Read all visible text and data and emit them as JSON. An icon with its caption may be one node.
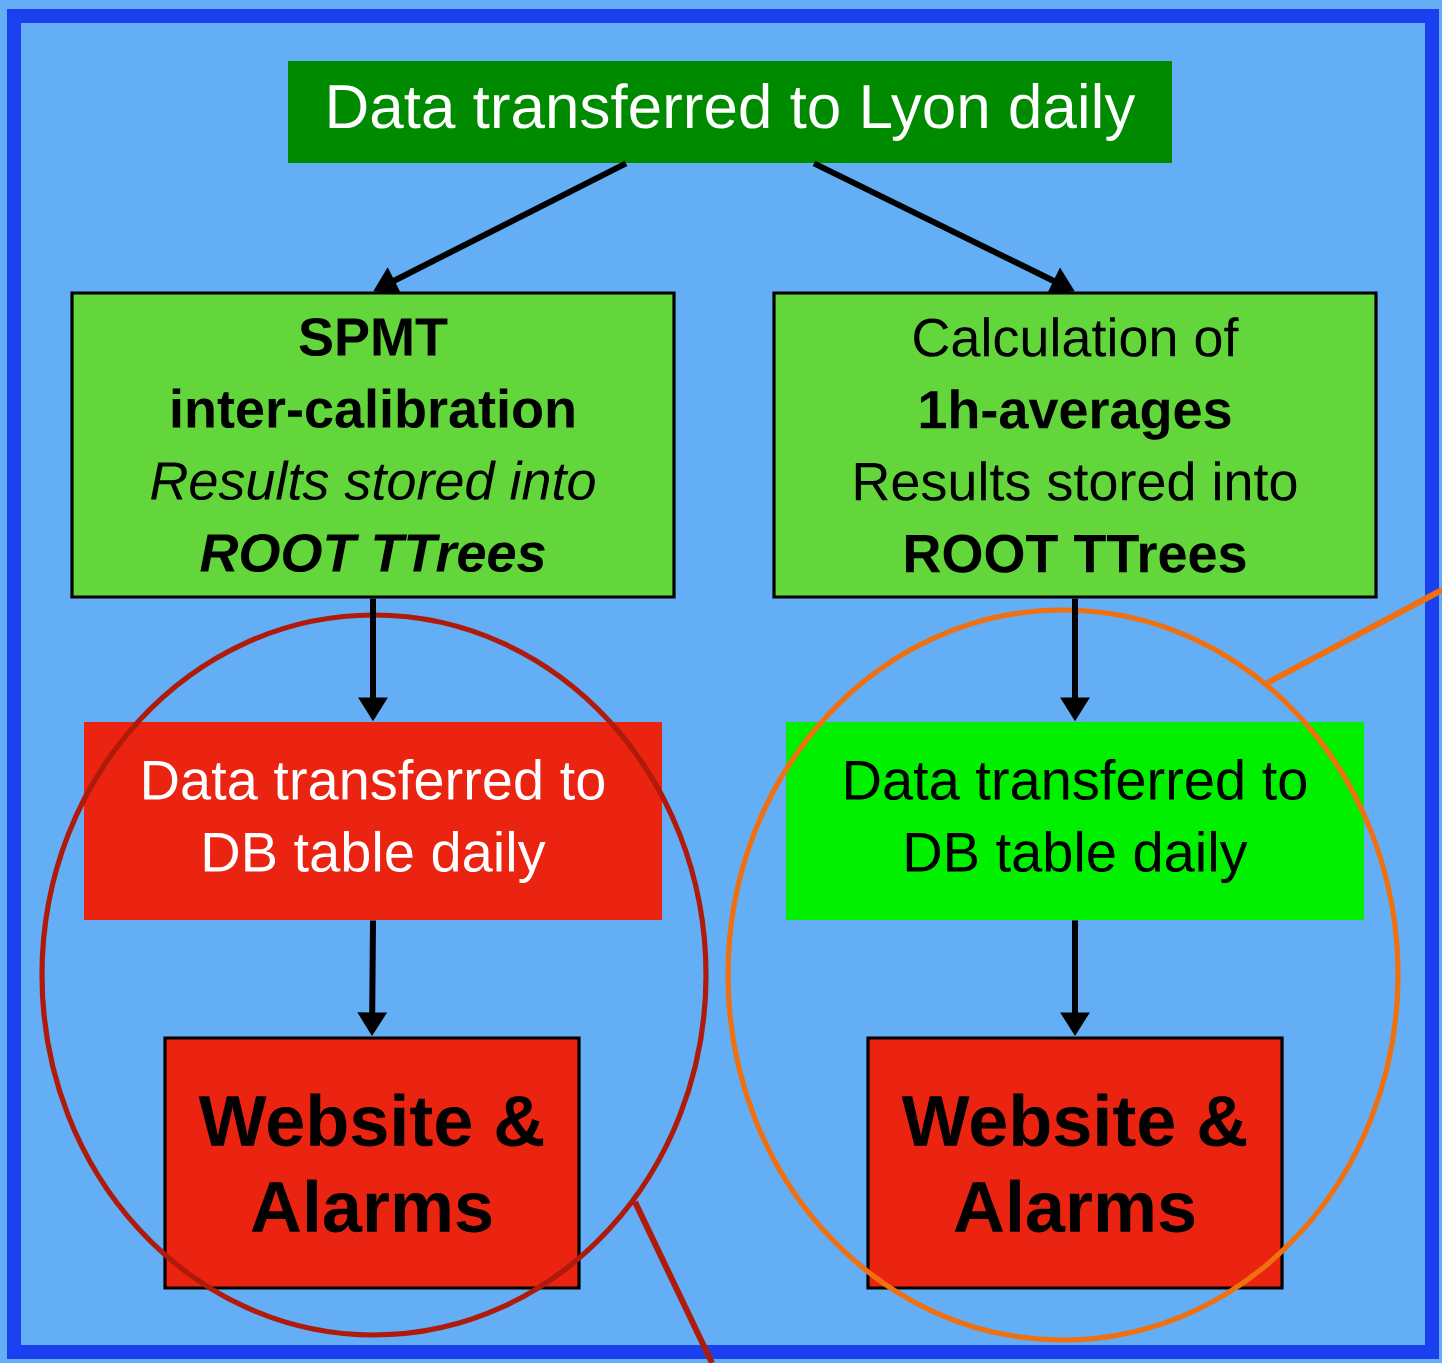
{
  "diagram": {
    "nodes": [
      {
        "text": [
          "Data transferred to Lyon daily"
        ]
      },
      {
        "text": [
          "SPMT inter-calibration",
          "Results stored into **ROOT TTrees**"
        ]
      },
      {
        "text": [
          "Calculation of **1h-averages**",
          "Results stored into **ROOT TTrees**"
        ]
      },
      {
        "text": [],
        "shape": "circle"
      },
      {
        "text": [],
        "shape": "circle"
      },
      {
        "text": [
          "Data transferred to DB table daily"
        ],
        "in": 3
      },
      {
        "text": [
          "Data transferred to DB table daily"
        ],
        "in": 4
      },
      {
        "text": [
          "Website & Alarms"
        ],
        "in": 3
      },
      {
        "text": [
          "Website & Alarms"
        ],
        "in": 4
      }
    ],
    "edges": [
      {
        "from": 0,
        "to": 1,
        "arrow": "to"
      },
      {
        "from": 0,
        "to": 2,
        "arrow": "to"
      },
      {
        "from": 1,
        "to": 5,
        "arrow": "to"
      },
      {
        "from": 2,
        "to": 6,
        "arrow": "to"
      },
      {
        "from": 5,
        "to": 7,
        "arrow": "to"
      },
      {
        "from": 6,
        "to": 8,
        "arrow": "to"
      },
      {
        "from": 3,
        "to": null,
        "arrow": "none",
        "color": "#b01a0a"
      },
      {
        "from": 4,
        "to": null,
        "arrow": "none",
        "color": "#f07010"
      }
    ]
  }
}
